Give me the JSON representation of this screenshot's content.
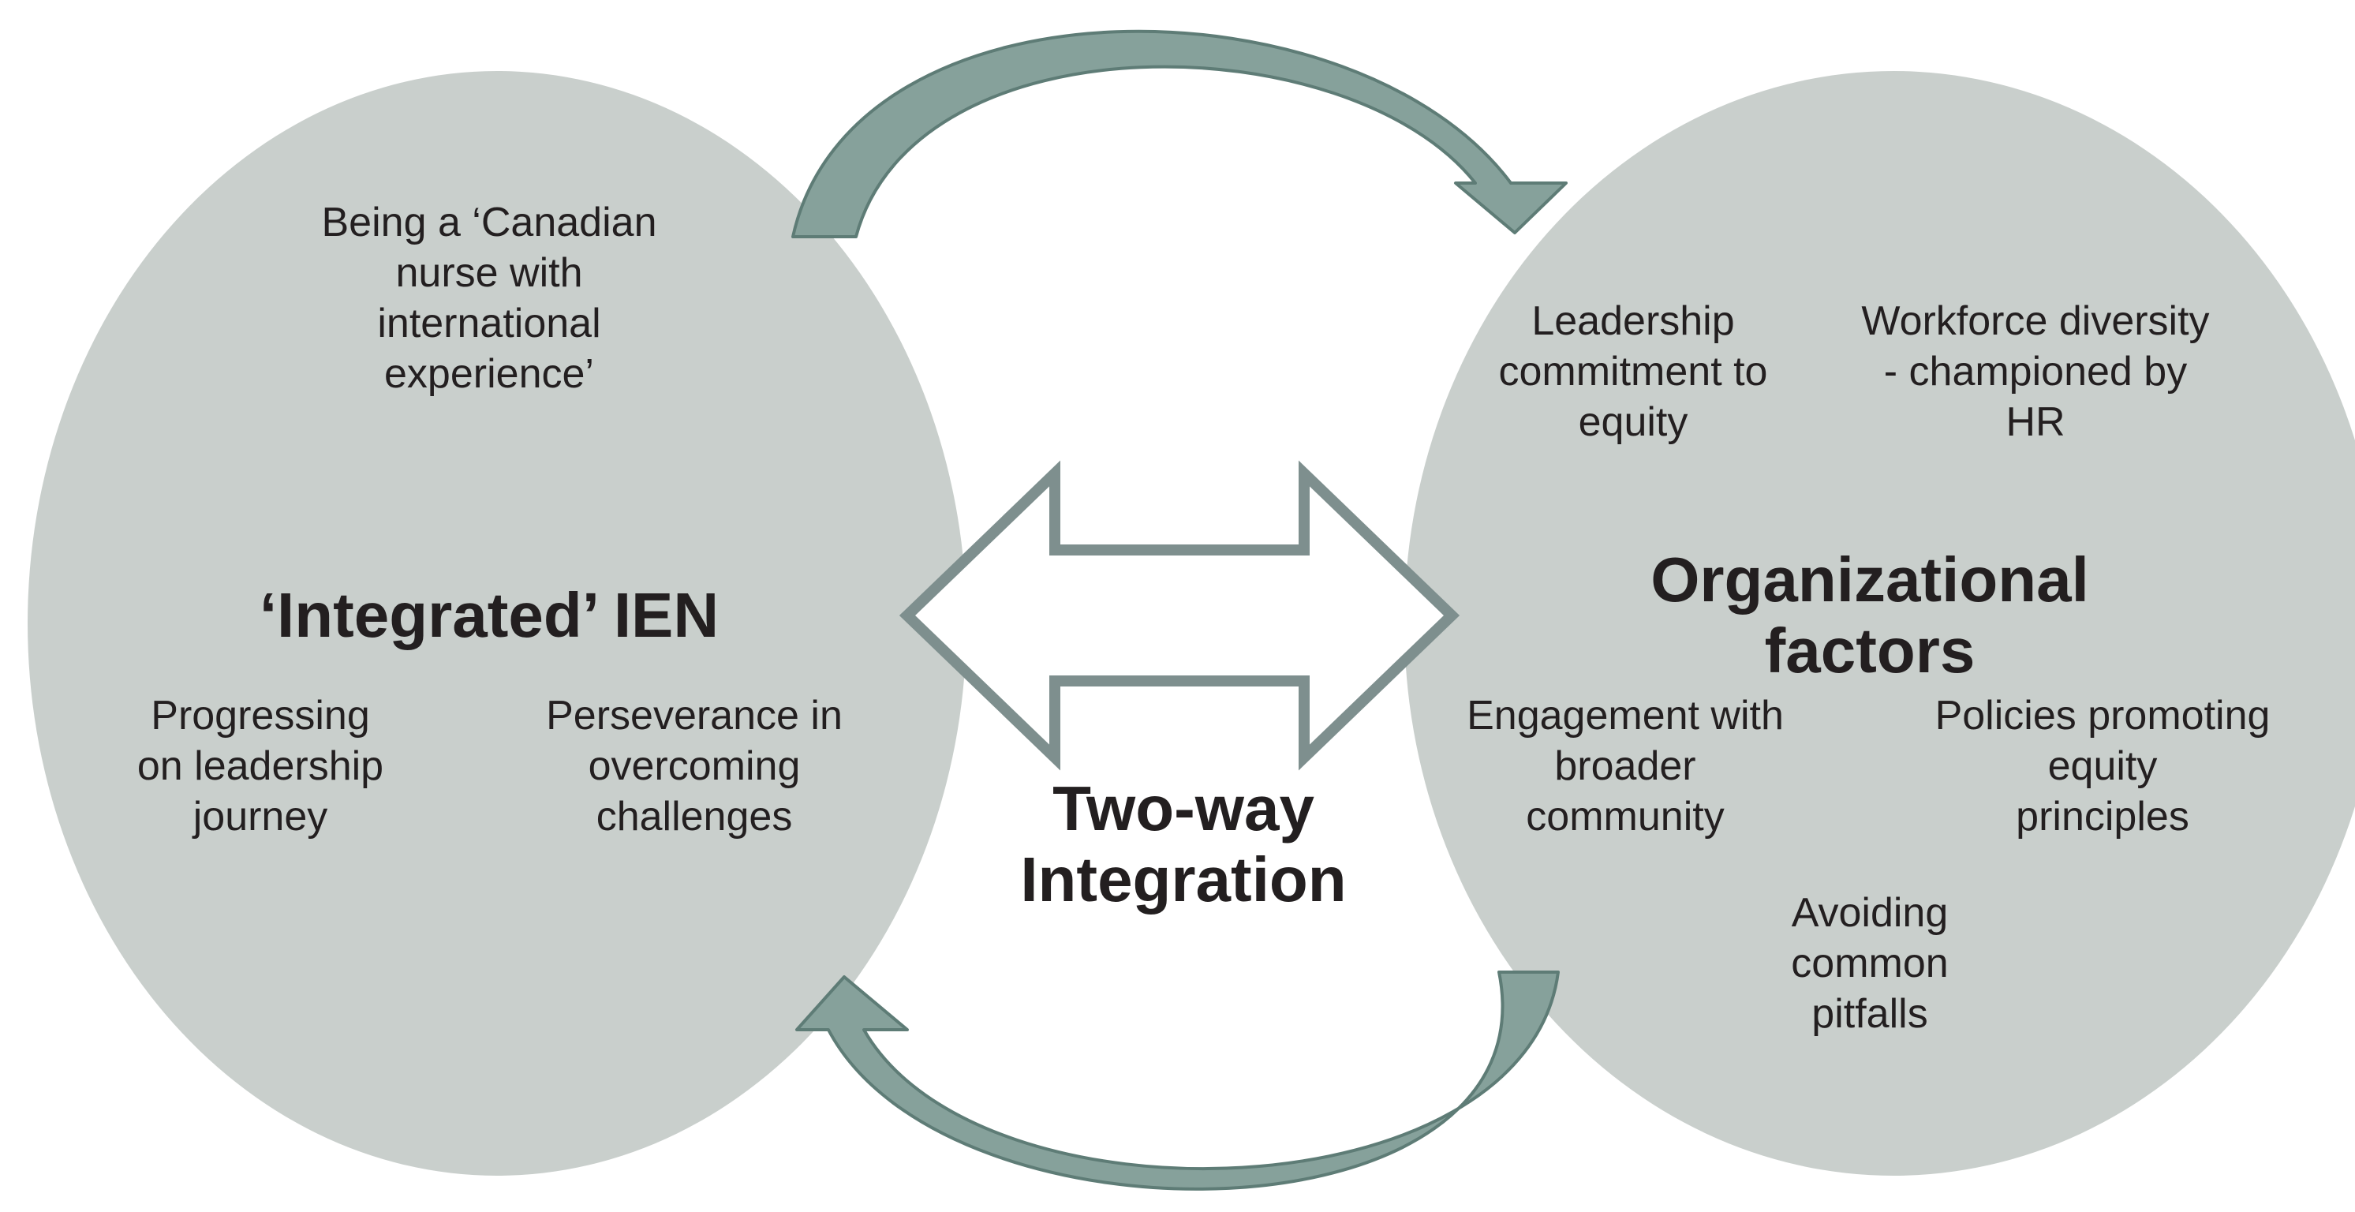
{
  "colors": {
    "circle_fill": "#c9cfcc",
    "curved_arrow_fill": "#86a19b",
    "curved_arrow_stroke": "#5e7c76",
    "double_arrow_stroke": "#7e8f8e",
    "text": "#231f20"
  },
  "left_circle": {
    "title": "‘Integrated’ IEN",
    "item_canadian": [
      "Being a ‘Canadian",
      "nurse with",
      "international",
      "experience’"
    ],
    "item_progressing": [
      "Progressing",
      "on leadership",
      "journey"
    ],
    "item_perseverance": [
      "Perseverance in",
      "overcoming",
      "challenges"
    ]
  },
  "center": {
    "title": [
      "Two-way",
      "Integration"
    ]
  },
  "right_circle": {
    "title": [
      "Organizational",
      "factors"
    ],
    "item_leadership": [
      "Leadership",
      "commitment to",
      "equity"
    ],
    "item_workforce": [
      "Workforce diversity",
      "- championed by",
      "HR"
    ],
    "item_engagement": [
      "Engagement with",
      "broader",
      "community"
    ],
    "item_policies": [
      "Policies promoting",
      "equity",
      "principles"
    ],
    "item_pitfalls": [
      "Avoiding",
      "common",
      "pitfalls"
    ]
  }
}
